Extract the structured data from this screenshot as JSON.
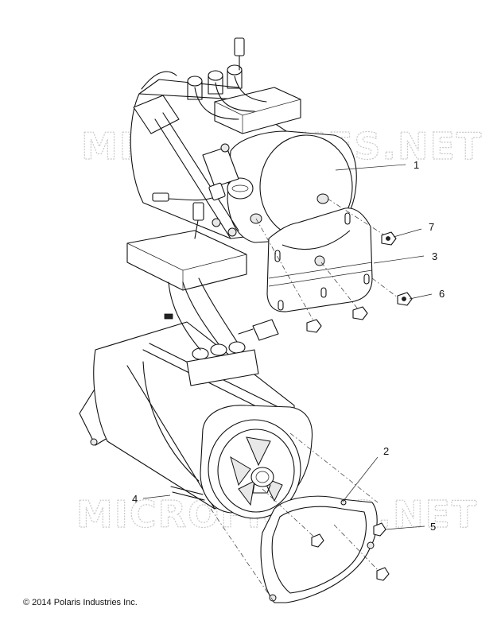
{
  "watermark": {
    "text": "MICROFICHES.NET"
  },
  "callouts": [
    {
      "label": "1"
    },
    {
      "label": "7"
    },
    {
      "label": "3"
    },
    {
      "label": "6"
    },
    {
      "label": "2"
    },
    {
      "label": "4"
    },
    {
      "label": "5"
    }
  ],
  "copyright": "© 2014 Polaris Industries Inc."
}
